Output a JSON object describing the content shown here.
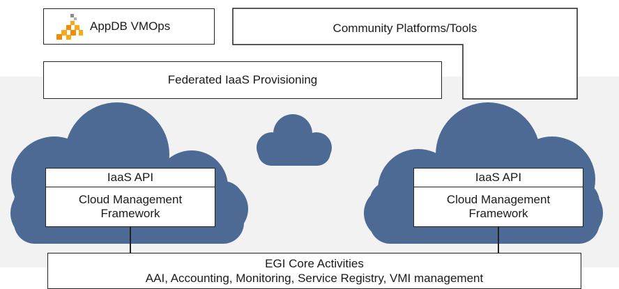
{
  "appdb": {
    "label": "AppDB VMOps",
    "logo_icon": "appdb-logo-icon",
    "logo_colors": [
      "#f7a81b",
      "#f28c00",
      "#8c8c8c"
    ]
  },
  "community": {
    "label": "Community Platforms/Tools"
  },
  "federated": {
    "label": "Federated IaaS Provisioning"
  },
  "left_site": {
    "api_label": "IaaS API",
    "framework_lines": [
      "Cloud Management",
      "Framework"
    ]
  },
  "right_site": {
    "api_label": "IaaS API",
    "framework_lines": [
      "Cloud Management",
      "Framework"
    ]
  },
  "core": {
    "title": "EGI Core Activities",
    "subtitle": "AAI, Accounting, Monitoring, Service Registry, VMI management"
  },
  "colors": {
    "cloud": "#4c6a93",
    "band": "#f2f2f2",
    "border": "#222222"
  }
}
